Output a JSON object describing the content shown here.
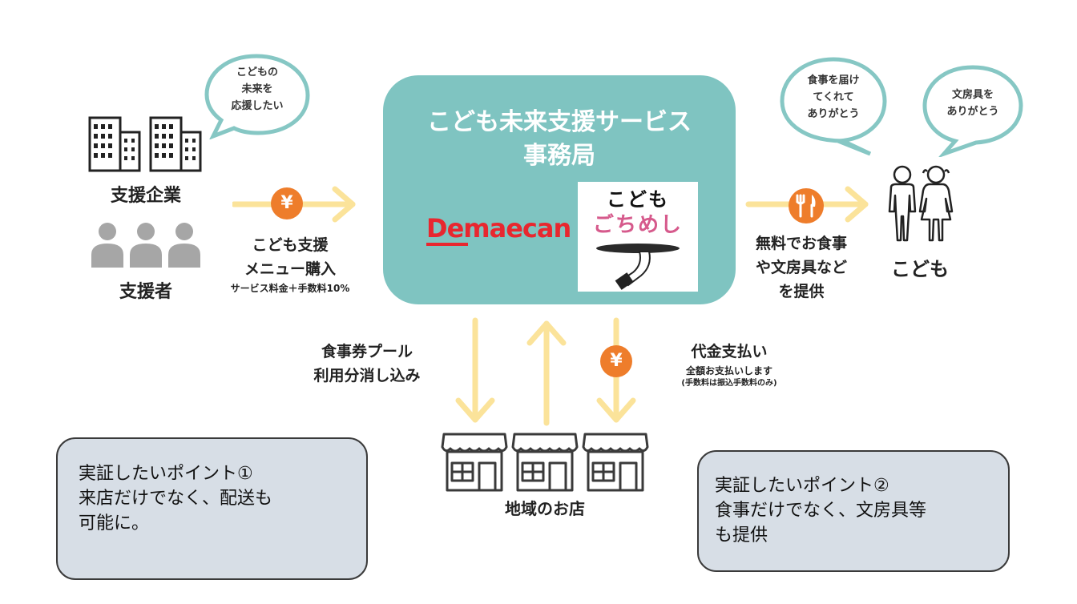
{
  "center": {
    "title_line1": "こども未来支援サービス",
    "title_line2": "事務局",
    "demaecan_logo": "Demaecan",
    "gochimeshi_line1": "こども",
    "gochimeshi_line2": "ごちめし"
  },
  "supporters": {
    "company_label": "支援企業",
    "person_label": "支援者",
    "bubble": [
      "こどもの",
      "未来を",
      "応援したい"
    ]
  },
  "purchase": {
    "line1": "こども支援",
    "line2": "メニュー購入",
    "sub": "サービス料金＋手数料10%",
    "yen": "¥"
  },
  "children": {
    "label": "こども",
    "bubble1": [
      "食事を届け",
      "てくれて",
      "ありがとう"
    ],
    "bubble2": [
      "文房具を",
      "ありがとう"
    ]
  },
  "provide": {
    "line1": "無料でお食事",
    "line2": "や文房具など",
    "line3": "を提供"
  },
  "pool": {
    "line1": "食事券プール",
    "line2": "利用分消し込み"
  },
  "payment": {
    "title": "代金支払い",
    "sub1": "全額お支払いします",
    "sub2": "(手数料は振込手数料のみ)",
    "yen": "¥"
  },
  "shops": {
    "label": "地域のお店"
  },
  "point1": {
    "lines": [
      "実証したいポイント①",
      "来店だけでなく、配送も",
      "可能に。"
    ]
  },
  "point2": {
    "lines": [
      "実証したいポイント②",
      "食事だけでなく、文房具等",
      "も提供"
    ]
  },
  "colors": {
    "teal": "#7fc4c1",
    "arrow_yellow": "#fbe39a",
    "orange": "#ee7d2b",
    "demaecan_red": "#e8272f",
    "point_bg": "#d7dee6"
  }
}
